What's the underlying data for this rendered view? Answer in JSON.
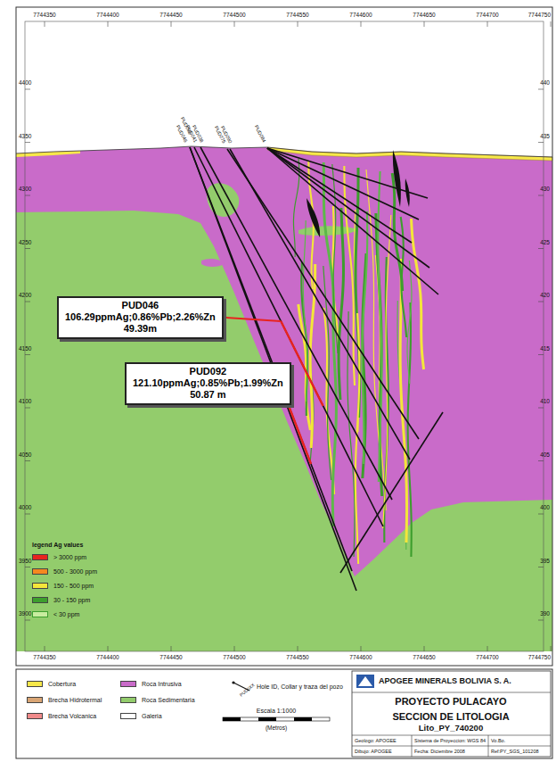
{
  "diagram": {
    "nodes": [
      {
        "text": [
          "PUD046",
          "106.29ppmAg;0.86%Pb;2.26%Zn",
          "49.39m"
        ]
      },
      {
        "text": [
          "PUD092",
          "121.10ppmAg;0.85%Pb;1.99%Zn",
          "50.87 m"
        ]
      }
    ],
    "labels": [
      "7744350",
      "7744400",
      "7744450",
      "7744500",
      "7744550",
      "7744600",
      "7744650",
      "7744700",
      "7744750",
      "7744350",
      "7744400",
      "7744450",
      "7744500",
      "7744550",
      "7744600",
      "7744650",
      "7744700",
      "7744750",
      "4400",
      "4350",
      "4300",
      "4250",
      "4200",
      "4150",
      "4100",
      "4050",
      "4000",
      "3950",
      "3900",
      "440",
      "435",
      "430",
      "425",
      "420",
      "415",
      "410",
      "405",
      "400",
      "395",
      "390",
      "legend Ag values",
      "Escala 1:1000",
      "(Metros)",
      "APOGEE MINERALS BOLIVIA S. A.",
      "PROYECTO PULACAYO",
      "SECCION DE LITOLOGIA",
      "Lito_PY_740200",
      "Geologo: APOGEE",
      "Sistema de Proyeccion: WGS 84",
      "Vo.Bo.",
      "Dibujo: APOGEE",
      "Fecha: Diciembre 2008",
      "Ref:PY_SGS_101208",
      "PUD0XX",
      "PUD046",
      "PUD092",
      "PUD041",
      "PUD038",
      "PUD075",
      "PUD090",
      "PUD084"
    ],
    "legend": [
      {
        "text": "> 3000 ppm",
        "color": "#e8231f"
      },
      {
        "text": "500 - 3000 ppm",
        "color": "#f5891f"
      },
      {
        "text": "150 - 500 ppm",
        "color": "#f4e63a"
      },
      {
        "text": "30 - 150 ppm",
        "color": "#3d9e2d"
      },
      {
        "text": "< 30 ppm",
        "color": "#c9ec9f"
      },
      {
        "text": "Cobertura",
        "color": "#f7e84a"
      },
      {
        "text": "Brecha Hidrotermal",
        "color": "#d9a574"
      },
      {
        "text": "Brecha Volcanica",
        "color": "#f08a8a"
      },
      {
        "text": "Roca Intrusiva",
        "color": "#c96bc9"
      },
      {
        "text": "Roca Sedimentaria",
        "color": "#93cc6c"
      },
      {
        "text": "Galeria",
        "color": "#ffffff"
      },
      {
        "text": "Hole ID, Collar y traza del pozo"
      }
    ]
  }
}
